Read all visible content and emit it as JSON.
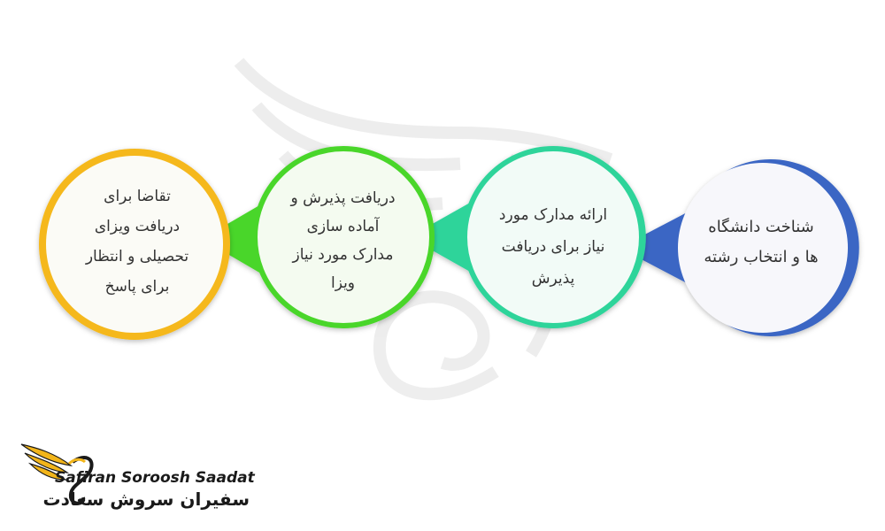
{
  "steps": [
    {
      "lines": [
        "شناخت دانشگاه",
        "ها و انتخاب رشته"
      ],
      "color": "#3a66c4"
    },
    {
      "lines": [
        "ارائه مدارک مورد",
        "نیاز برای دریافت",
        "پذیرش"
      ],
      "color": "#2fd49a"
    },
    {
      "lines": [
        "دریافت پذیرش و",
        "آماده سازی",
        "مدارک مورد نیاز",
        "ویزا"
      ],
      "color": "#49d62a"
    },
    {
      "lines": [
        "تقاضا برای",
        "دریافت ویزای",
        "تحصیلی و انتظار",
        "برای پاسخ"
      ],
      "color": "#f5b81c"
    }
  ],
  "logo": {
    "name_en": "Safiran Soroosh Saadat",
    "name_fa": "سفیران سروش سعادت",
    "icon": "winged-swan-logo",
    "colors": {
      "wing": "#f2b51a",
      "text": "#1a1a1a"
    }
  },
  "background": {
    "watermark_icon": "wing-watermark",
    "color": "#ffffff"
  }
}
